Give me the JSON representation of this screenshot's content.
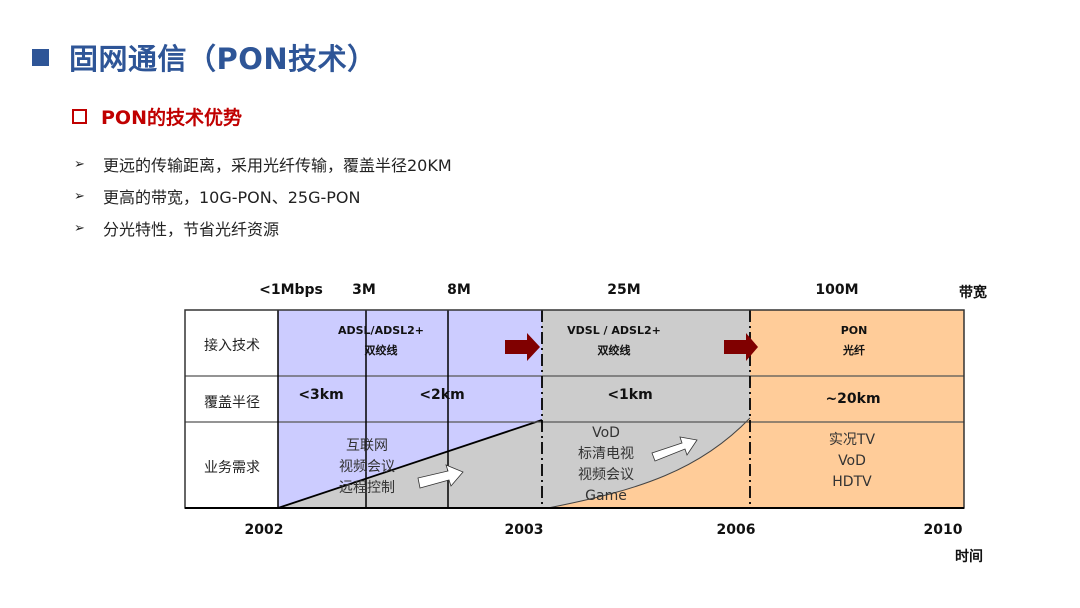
{
  "slide": {
    "title": "固网通信（PON技术）",
    "subtitle": "PON的技术优势",
    "bullets": [
      "更远的传输距离，采用光纤传输，覆盖半径20KM",
      "更高的带宽，10G-PON、25G-PON",
      "分光特性，节省光纤资源"
    ],
    "bullet_icon": "arrowhead-bullet-icon",
    "colors": {
      "title": "#2e5597",
      "subtitle": "#c00000",
      "adsl_region": "#ccccff",
      "vdsl_region": "#cccccc",
      "pon_region": "#ffcc99",
      "transition_arrow": "#800000"
    }
  },
  "diagram": {
    "bandwidth_axis_label": "带宽",
    "bandwidth_ticks": [
      "<1Mbps",
      "3M",
      "8M",
      "25M",
      "100M"
    ],
    "time_axis_label": "时间",
    "time_ticks": [
      "2002",
      "2003",
      "2006",
      "2010"
    ],
    "row_labels": [
      "接入技术",
      "覆盖半径",
      "业务需求"
    ],
    "eras": [
      {
        "technology": "ADSL/ADSL2+",
        "medium": "双绞线",
        "radius": [
          "<3km",
          "<2km"
        ],
        "services": [
          "互联网",
          "视频会议",
          "远程控制"
        ]
      },
      {
        "technology": "VDSL / ADSL2+",
        "medium": "双绞线",
        "radius": [
          "<1km"
        ],
        "services": [
          "VoD",
          "标清电视",
          "视频会议",
          "Game"
        ]
      },
      {
        "technology": "PON",
        "medium": "光纤",
        "radius": [
          "~20km"
        ],
        "services": [
          "实况TV",
          "VoD",
          "HDTV"
        ]
      }
    ]
  }
}
